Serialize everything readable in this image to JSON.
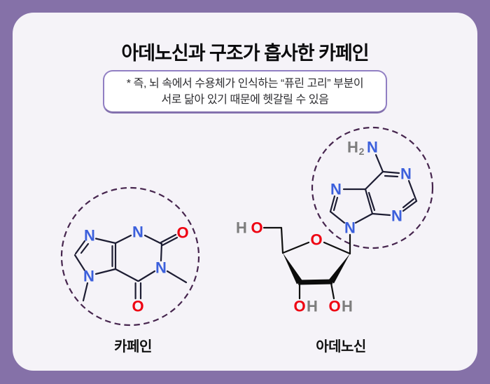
{
  "colors": {
    "outer_background": "#8571a8",
    "card_background": "#f5f3f8",
    "note_border": "#917fc3",
    "bond": "#1d1d33",
    "nitrogen_blue": "#3c60dc",
    "oxygen_red": "#ee0011",
    "hydrogen_gray": "#7d7d7d",
    "dashed_circle_purple": "#46254e"
  },
  "header": {
    "title": "아데노신과 구조가 흡사한 카페인"
  },
  "note": {
    "line1": "* 즉, 뇌 속에서 수용체가 인식하는 “퓨린 고리” 부분이",
    "line2": "서로 닮아 있기 때문에 헷갈릴 수 있음"
  },
  "caffeine": {
    "label": "카페인",
    "atoms": {
      "n9": "N",
      "n3": "N",
      "n7": "N",
      "n1": "N",
      "o_top": "O",
      "o_bottom": "O"
    }
  },
  "adenosine": {
    "label": "아데노신",
    "amine": {
      "h": "H",
      "sub": "2",
      "n": "N"
    },
    "atoms": {
      "n1": "N",
      "n3": "N",
      "n7": "N",
      "n9": "N",
      "ring_o": "O"
    },
    "ho": {
      "h": "H",
      "o": "O"
    },
    "oh_left": {
      "o": "O",
      "h": "H"
    },
    "oh_right": {
      "o": "O",
      "h": "H"
    }
  }
}
